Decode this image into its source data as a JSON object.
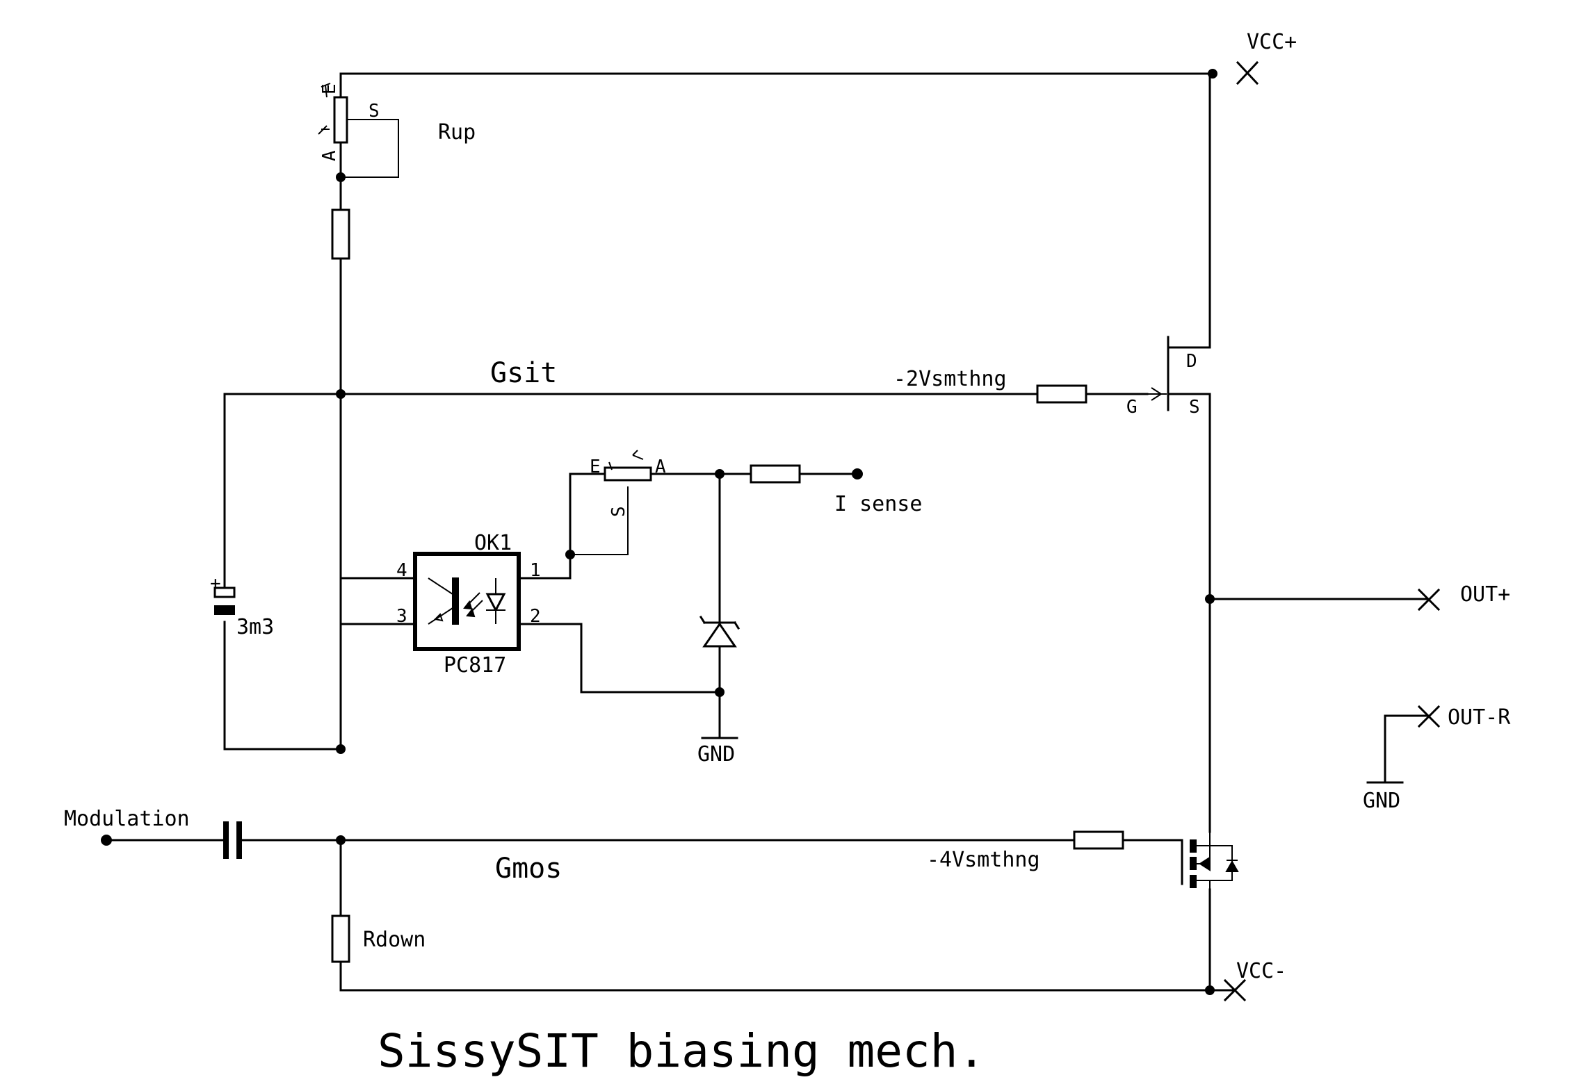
{
  "title": "SissySIT biasing mech.",
  "nets": {
    "vcc_plus": "VCC+",
    "vcc_minus": "VCC-",
    "out_plus": "OUT+",
    "out_r": "OUT-R",
    "gnd_main": "GND",
    "gnd_out": "GND",
    "i_sense": "I sense",
    "modulation": "Modulation",
    "gsit": "Gsit",
    "gmos": "Gmos",
    "gsit_voltage": "-2Vsmthng",
    "gmos_voltage": "-4Vsmthng"
  },
  "components": {
    "rup": "Rup",
    "rdown": "Rdown",
    "cap": "3m3",
    "cap_plus": "+",
    "optocoupler_ref": "OK1",
    "optocoupler_part": "PC817"
  },
  "pins": {
    "ok1_4": "4",
    "ok1_3": "3",
    "ok1_1": "1",
    "ok1_2": "2",
    "pot_top_e": "E",
    "pot_top_a": "A",
    "pot_top_s": "S",
    "pot_mid_e": "E",
    "pot_mid_a": "A",
    "pot_mid_s": "S",
    "sit_d": "D",
    "sit_g": "G",
    "sit_s": "S"
  }
}
